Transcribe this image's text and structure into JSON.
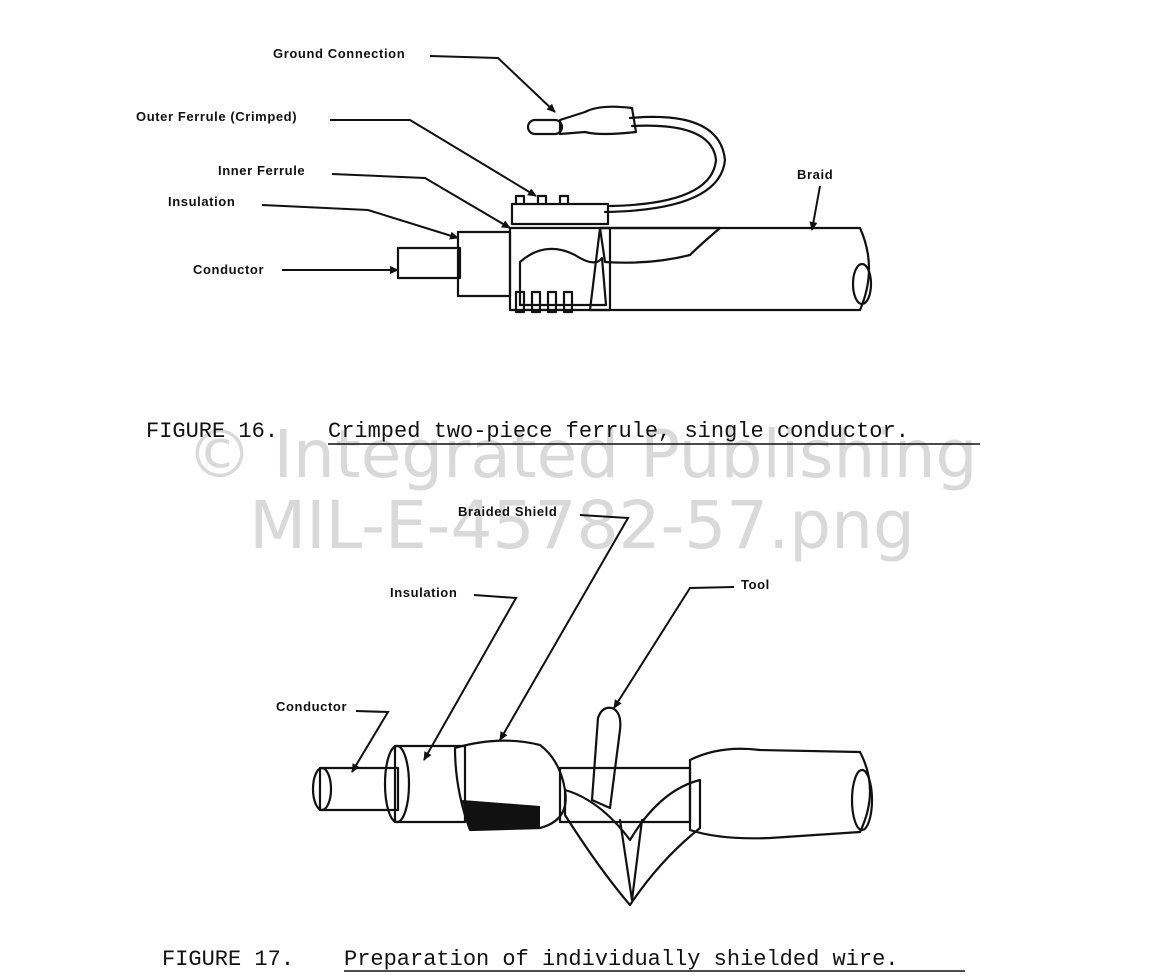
{
  "watermark": {
    "line1": "© Integrated Publishing",
    "line2": "MIL-E-45782-57.png"
  },
  "figure16": {
    "caption_number": "FIGURE 16.",
    "caption_title": "Crimped two-piece ferrule, single conductor.",
    "labels": {
      "ground_connection": "Ground Connection",
      "outer_ferrule": "Outer Ferrule (Crimped)",
      "inner_ferrule": "Inner Ferrule",
      "insulation": "Insulation",
      "conductor": "Conductor",
      "braid": "Braid"
    }
  },
  "figure17": {
    "caption_number": "FIGURE 17.",
    "caption_title": "Preparation of individually shielded wire.",
    "labels": {
      "braided_shield": "Braided Shield",
      "insulation": "Insulation",
      "tool": "Tool",
      "conductor": "Conductor"
    }
  }
}
